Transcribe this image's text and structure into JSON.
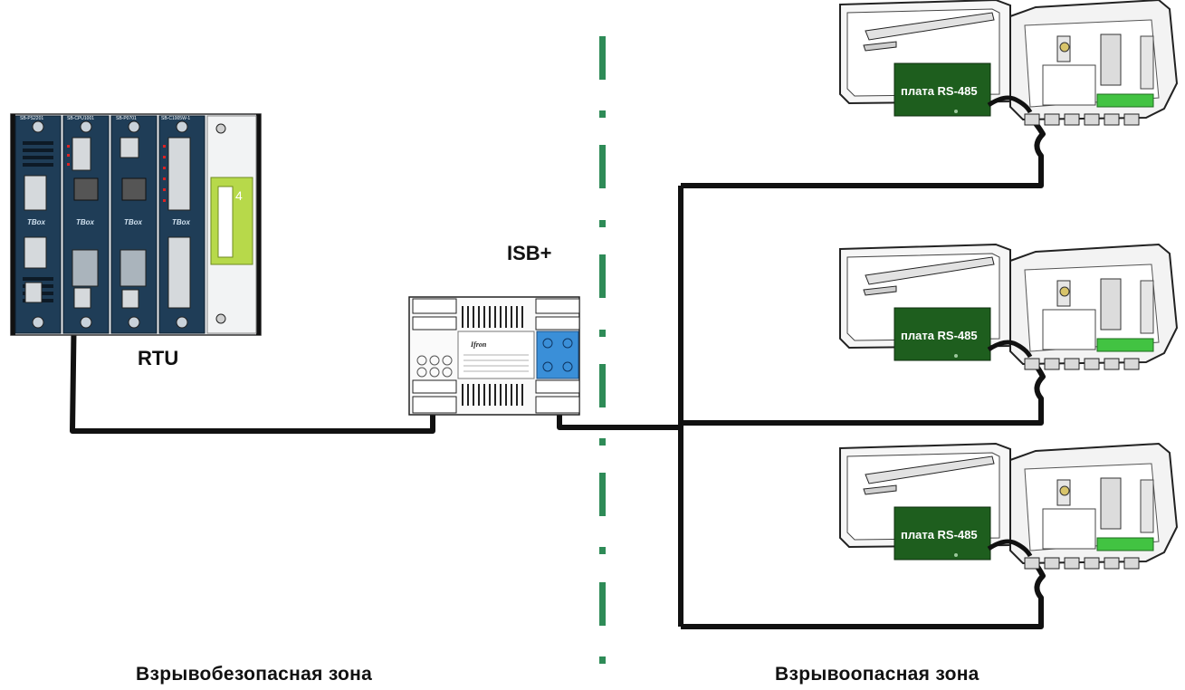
{
  "labels": {
    "rtu": "RTU",
    "isb": "ISB+",
    "safe_zone": "Взрывобезопасная зона",
    "hazardous_zone": "Взрывоопасная зона",
    "board": "плата RS-485"
  },
  "rtu_modules": [
    "SB-PS2201",
    "SB-CPU1001",
    "SB-P0701",
    "SB-C1005W-1"
  ],
  "rtu_brand": "TBox",
  "rtu_slot_number": "4",
  "isb_brand": "Ifron",
  "colors": {
    "rtu_panel": "#1f3d57",
    "board_green": "#1e5e1e",
    "terminal_blue": "#3a8fd8",
    "zone_divider": "#2e8b57",
    "cable": "#111111",
    "lime_panel": "#b7d94a"
  }
}
